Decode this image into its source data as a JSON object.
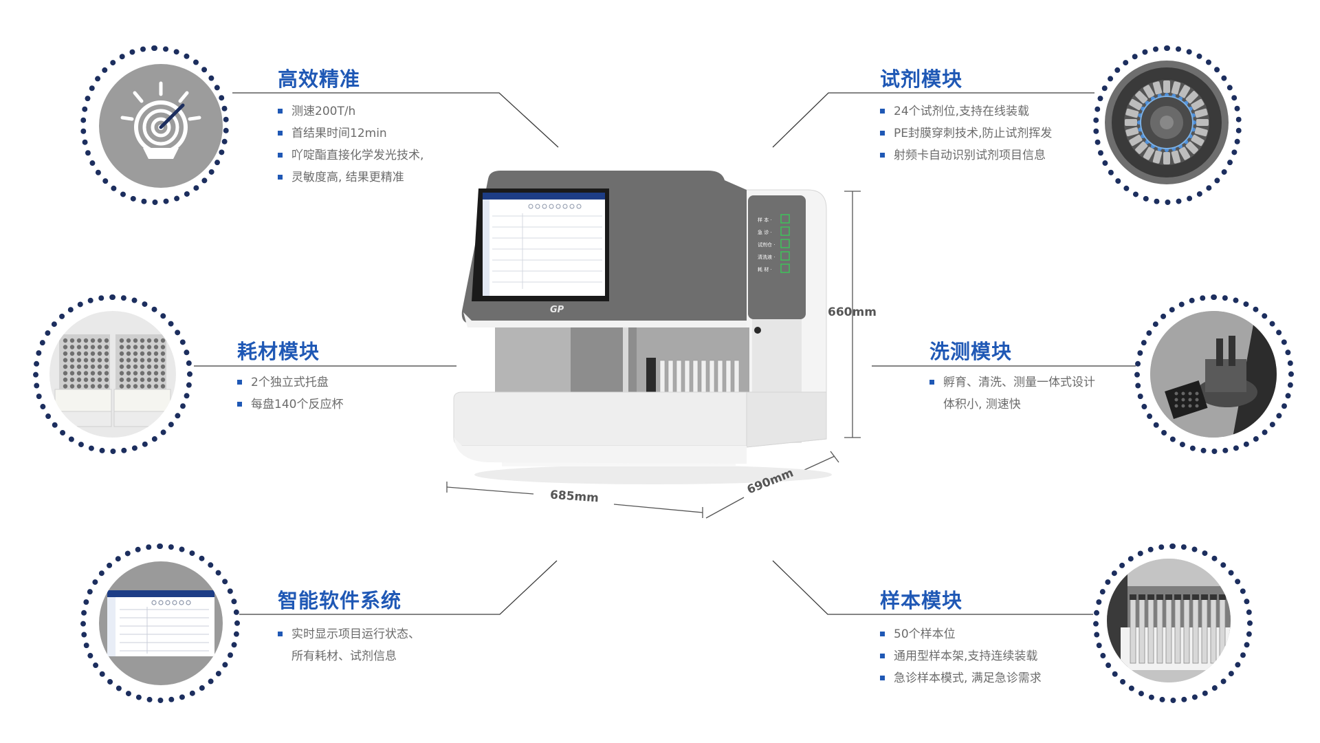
{
  "features": {
    "efficiency": {
      "title": "高效精准",
      "items": [
        "测速200T/h",
        "首结果时间12min",
        "吖啶酯直接化学发光技术,",
        "灵敏度高, 结果更精准"
      ],
      "icon": "target-bulb-icon"
    },
    "reagent": {
      "title": "试剂模块",
      "items": [
        "24个试剂位,支持在线装载",
        "PE封膜穿刺技术,防止试剂挥发",
        "射频卡自动识别试剂项目信息"
      ],
      "icon": "reagent-carousel-icon"
    },
    "consumable": {
      "title": "耗材模块",
      "items": [
        "2个独立式托盘",
        "每盘140个反应杯"
      ],
      "icon": "cuvette-tray-icon"
    },
    "wash": {
      "title": "洗测模块",
      "items": [
        "孵育、清洗、测量一体式设计",
        "体积小, 测速快"
      ],
      "icon": "wash-module-icon"
    },
    "software": {
      "title": "智能软件系统",
      "items": [
        "实时显示项目运行状态、",
        "所有耗材、试剂信息"
      ],
      "icon": "software-screen-icon"
    },
    "sample": {
      "title": "样本模块",
      "items": [
        "50个样本位",
        "通用型样本架,支持连续装载",
        "急诊样本模式, 满足急诊需求"
      ],
      "icon": "sample-rack-icon"
    }
  },
  "dimensions": {
    "height": "660mm",
    "width": "685mm",
    "depth": "690mm"
  },
  "machine": {
    "brand_logo": "GP",
    "panel_labels": [
      "样 本 ·",
      "急 诊 ·",
      "试剂仓 ·",
      "清洗液 ·",
      "耗 材 ·"
    ]
  },
  "colors": {
    "accent": "#1f58b5",
    "ring": "#1c2e5e",
    "text": "#6b6b6b",
    "line": "#444444"
  }
}
